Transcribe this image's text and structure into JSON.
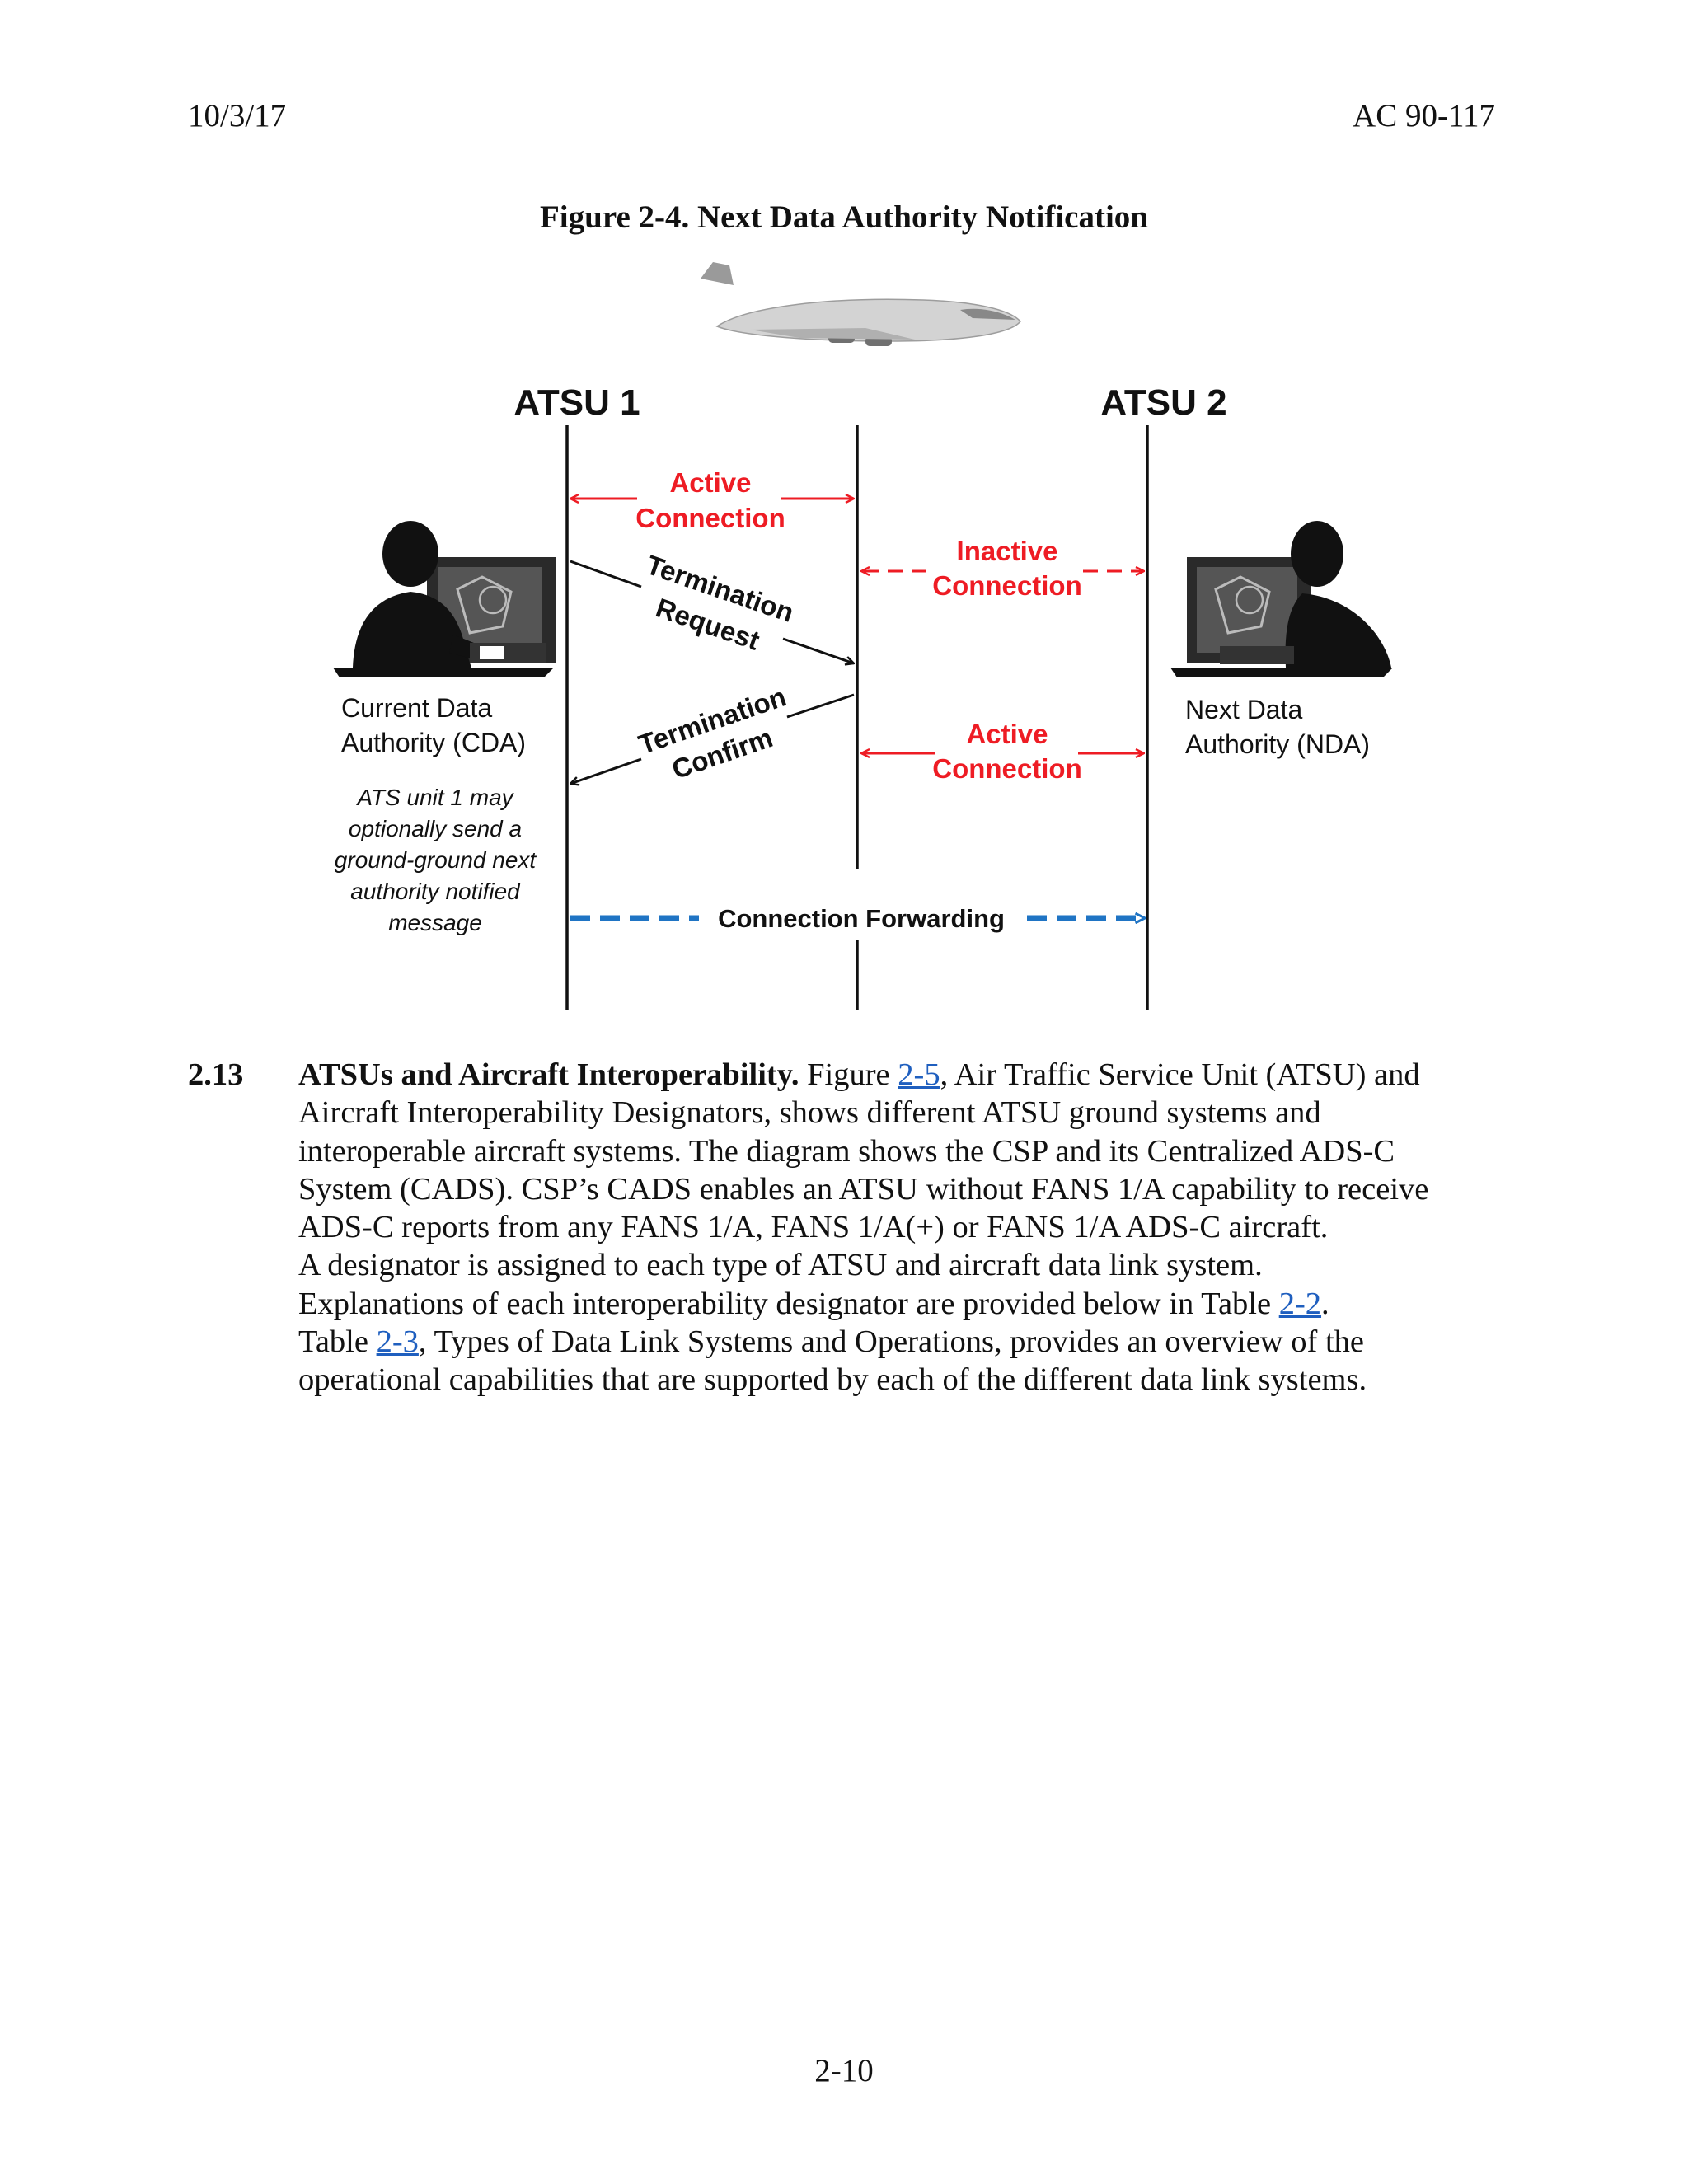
{
  "header": {
    "date": "10/3/17",
    "doc_id": "AC 90-117"
  },
  "figure": {
    "title": "Figure 2-4. Next Data Authority Notification",
    "atsu1": "ATSU 1",
    "atsu2": "ATSU 2",
    "active_connection_top": [
      "Active",
      "Connection"
    ],
    "inactive_connection": [
      "Inactive",
      "Connection"
    ],
    "termination_request": [
      "Termination",
      "Request"
    ],
    "termination_confirm": [
      "Termination",
      "Confirm"
    ],
    "active_connection_bottom": [
      "Active",
      "Connection"
    ],
    "cda_label": [
      "Current Data",
      "Authority (CDA)"
    ],
    "nda_label": [
      "Next Data",
      "Authority (NDA)"
    ],
    "cda_note": [
      "ATS unit 1 may",
      "optionally send a",
      "ground-ground next",
      "authority notified",
      "message"
    ],
    "connection_forwarding": "Connection Forwarding",
    "colors": {
      "red": "#ee1c24",
      "blue": "#1f74c4",
      "black": "#111111"
    }
  },
  "section": {
    "number": "2.13",
    "heading": "ATSUs and Aircraft Interoperability.",
    "l1_a": " Figure ",
    "l1_link": "2-5",
    "l1_b": ", Air Traffic Service Unit (ATSU) and",
    "l2": "Aircraft Interoperability Designators, shows different ATSU ground systems and",
    "l3": "interoperable aircraft systems. The diagram shows the CSP and its Centralized ADS-C",
    "l4": "System (CADS). CSP’s CADS enables an ATSU without FANS 1/A capability to receive",
    "l5": "ADS-C reports from any FANS 1/A, FANS 1/A(+) or FANS 1/A ADS-C aircraft.",
    "l6": "A designator is assigned to each type of ATSU and aircraft data link system.",
    "l7_a": "Explanations of each interoperability designator are provided below in Table ",
    "l7_link": "2-2",
    "l7_b": ".",
    "l8_a": "Table ",
    "l8_link": "2-3",
    "l8_b": ", Types of Data Link Systems and Operations, provides an overview of the",
    "l9": "operational capabilities that are supported by each of the different data link systems."
  },
  "footer": {
    "page": "2-10"
  }
}
